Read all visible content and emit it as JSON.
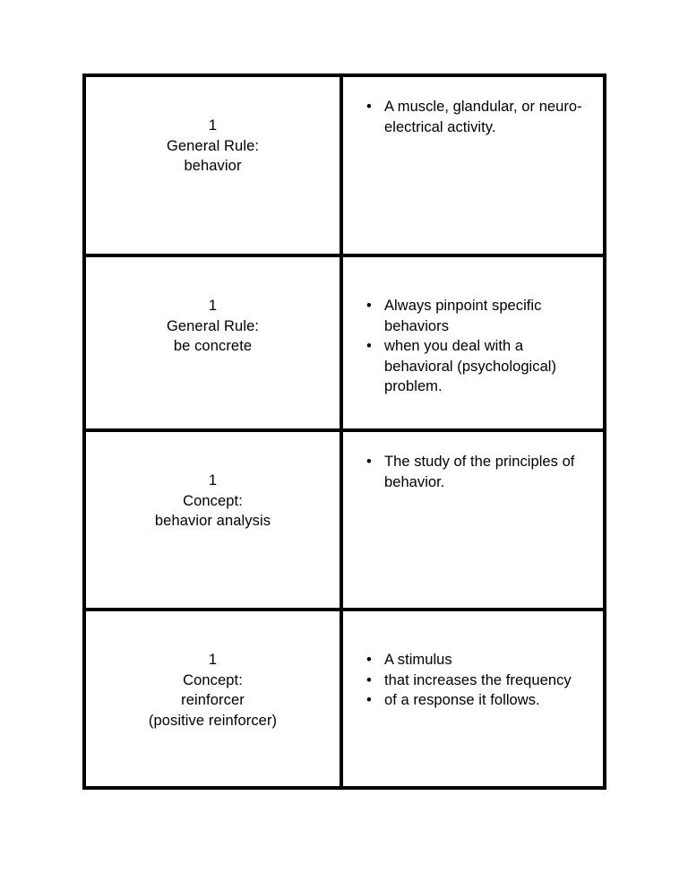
{
  "document": {
    "title": "Behavior Analysis Flashcards",
    "background_color": "#ffffff",
    "border_color": "#000000",
    "text_color": "#000000",
    "bullet_glyph": "•"
  },
  "cards": [
    {
      "term": {
        "number": "1",
        "category": "General Rule:",
        "name": "behavior",
        "extra": ""
      },
      "definition": {
        "align_high": true,
        "bullets": [
          "A muscle, glandular, or neuro-electrical activity."
        ]
      }
    },
    {
      "term": {
        "number": "1",
        "category": "General Rule:",
        "name": "be concrete",
        "extra": ""
      },
      "definition": {
        "align_high": false,
        "bullets": [
          "Always pinpoint specific behaviors",
          "when you deal with a behavioral (psychological) problem."
        ]
      }
    },
    {
      "term": {
        "number": "1",
        "category": "Concept:",
        "name": "behavior analysis",
        "extra": ""
      },
      "definition": {
        "align_high": true,
        "bullets": [
          "The study of the principles of behavior."
        ]
      }
    },
    {
      "term": {
        "number": "1",
        "category": "Concept:",
        "name": "reinforcer",
        "extra": "(positive reinforcer)"
      },
      "definition": {
        "align_high": false,
        "bullets": [
          "A stimulus",
          "that increases the frequency",
          "of a response it follows."
        ]
      }
    }
  ]
}
